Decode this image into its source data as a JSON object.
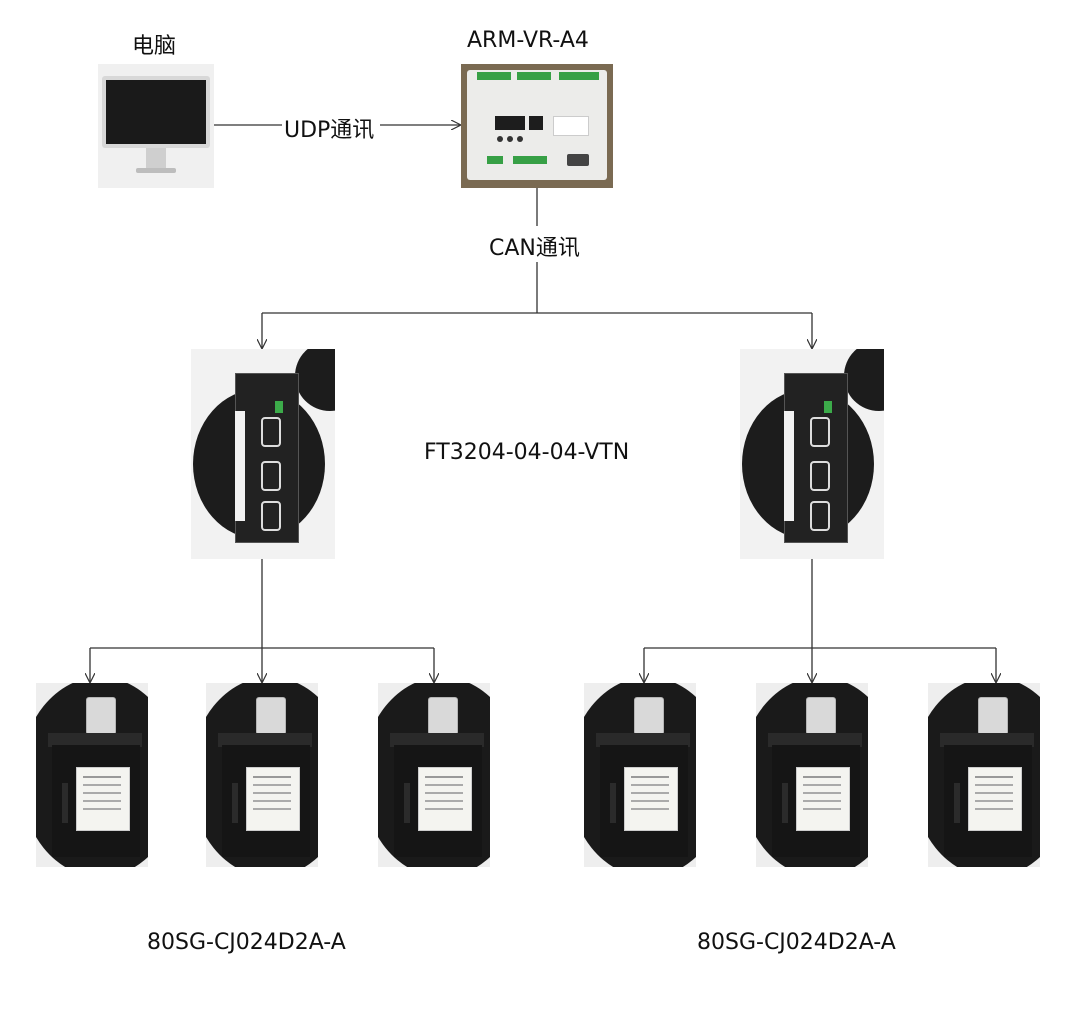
{
  "nodes": {
    "pc": {
      "label": "电脑",
      "icon": "computer-monitor-icon"
    },
    "controller": {
      "label": "ARM-VR-A4",
      "icon": "controller-board-icon"
    },
    "drive_left": {
      "icon": "servo-drive-icon"
    },
    "drive_right": {
      "icon": "servo-drive-icon"
    },
    "motors": {
      "icon": "servo-motor-icon",
      "count": 6
    }
  },
  "links": {
    "pc_to_controller": "UDP通讯",
    "controller_to_drives": "CAN通讯"
  },
  "labels": {
    "drive_model": "FT3204-04-04-VTN",
    "motor_model_left": "80SG-CJ024D2A-A",
    "motor_model_right": "80SG-CJ024D2A-A"
  },
  "colors": {
    "line": "#333333",
    "terminal_green": "#37a046",
    "device_black": "#1c1c1c"
  }
}
